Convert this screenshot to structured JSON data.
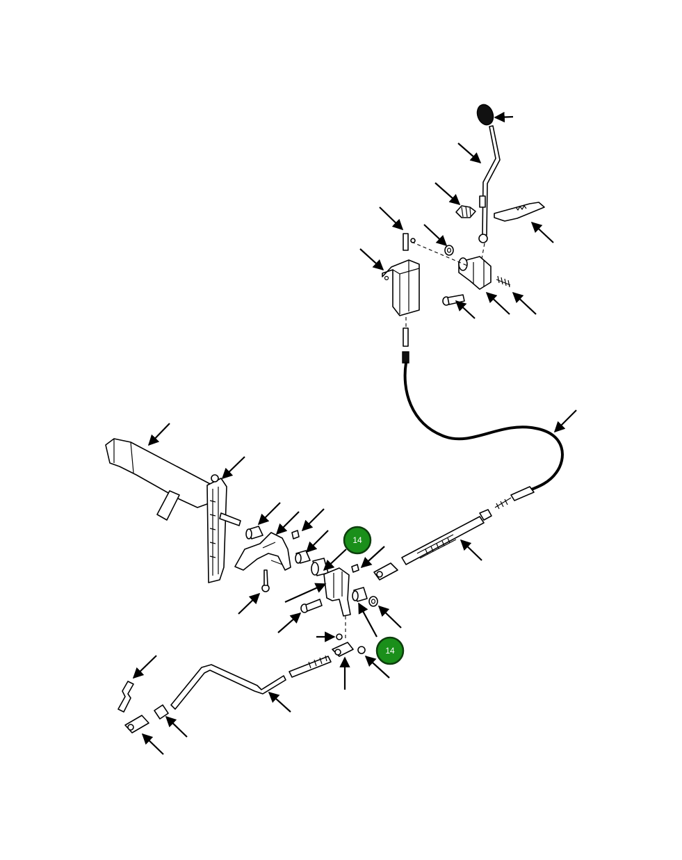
{
  "callouts": [
    {
      "id": "callout-a",
      "label": "14",
      "color": "#1a8f1a"
    },
    {
      "id": "callout-b",
      "label": "14",
      "color": "#1a8f1a"
    }
  ]
}
